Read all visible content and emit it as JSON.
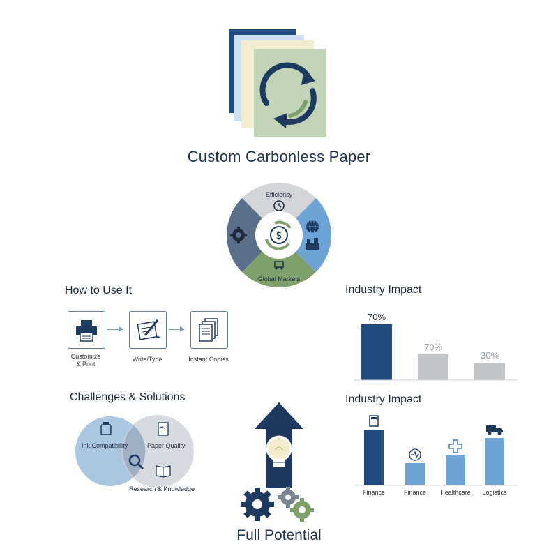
{
  "title": "Custom Carbonless Paper",
  "wheel": {
    "top_label": "Efficiency",
    "bottom_label": "Global Markets",
    "segments": [
      {
        "name": "efficiency",
        "color": "#d3d5d9"
      },
      {
        "name": "global",
        "color": "#6ea3d6"
      },
      {
        "name": "markets",
        "color": "#7fa06a"
      },
      {
        "name": "process",
        "color": "#5b6e8a"
      }
    ]
  },
  "how_to_use": {
    "heading": "How to Use It",
    "steps": [
      {
        "label": "Customize\n& Print",
        "icon": "printer-icon"
      },
      {
        "label": "Write/Type",
        "icon": "pen-paper-icon"
      },
      {
        "label": "Instant Copies",
        "icon": "copies-icon"
      }
    ]
  },
  "challenges": {
    "heading": "Challenges & Solutions",
    "left_label": "Ink Compatibility",
    "right_label": "Paper Quality",
    "bottom_label": "Research & Knowledge"
  },
  "bottom_title": "Full Potential",
  "colors": {
    "navy": "#1f4b80",
    "mid_blue": "#4a7fb8",
    "light_blue": "#6ea3d6",
    "gray": "#c3c5c8",
    "green": "#7fa06a"
  },
  "chart_data": [
    {
      "type": "bar",
      "title": "Industry Impact",
      "categories": [
        "",
        "",
        ""
      ],
      "series": [
        {
          "values": [
            70,
            70,
            30
          ]
        }
      ],
      "data_labels": [
        "70%",
        "70%",
        "30%"
      ],
      "bar_colors": [
        "#1f4b80",
        "#c3c5c8",
        "#c3c5c8"
      ],
      "ylim": [
        0,
        100
      ]
    },
    {
      "type": "bar",
      "title": "Industry Impact",
      "categories": [
        "Finance",
        "Finance",
        "Healthcare",
        "Logistics"
      ],
      "series": [
        {
          "values": [
            80,
            32,
            44,
            68
          ]
        }
      ],
      "bar_colors": [
        "#1f4b80",
        "#6ea3d6",
        "#6ea3d6",
        "#6ea3d6"
      ],
      "icons": [
        "calculator-icon",
        "heartbeat-icon",
        "medical-cross-icon",
        "truck-icon"
      ],
      "ylim": [
        0,
        100
      ]
    }
  ]
}
